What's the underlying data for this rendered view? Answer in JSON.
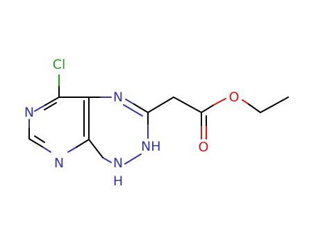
{
  "molecule": {
    "atoms": {
      "cl": "Cl",
      "n_pyr_left": "N",
      "n_pyr_bottom": "N",
      "n_tri_top": "N",
      "nh_right": "NH",
      "nh_bottom_n": "N",
      "nh_bottom_h": "H",
      "o_ester": "O",
      "o_carbonyl": "O"
    },
    "colors": {
      "bond": "#000000",
      "nitrogen": "#3333aa",
      "chlorine": "#1f9e1f",
      "oxygen": "#e0120f"
    }
  }
}
